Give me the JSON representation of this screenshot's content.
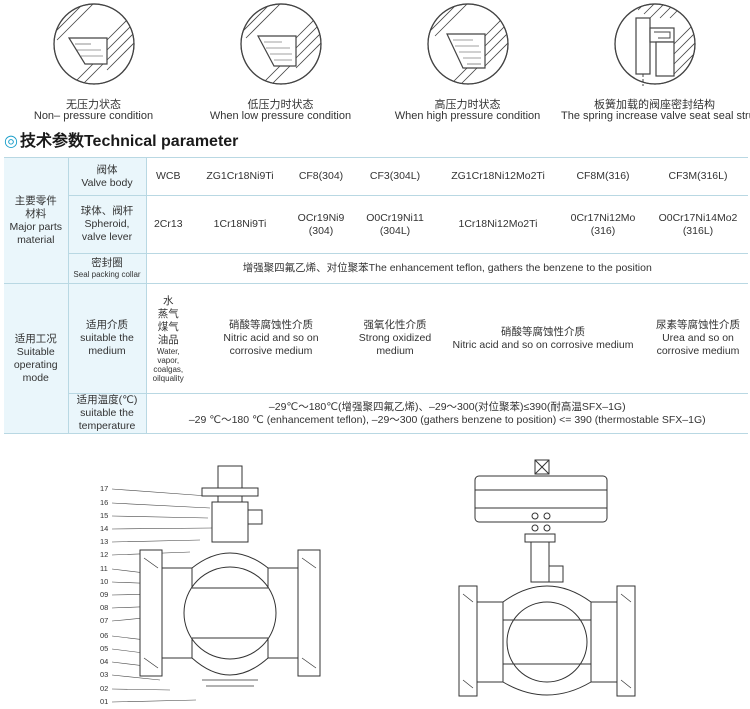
{
  "seal_conditions": [
    {
      "label_cn": "无压力状态",
      "label_en": "Non– pressure condition",
      "icon": "seal-no-pressure-icon"
    },
    {
      "label_cn": "低压力时状态",
      "label_en": "When low pressure condition",
      "icon": "seal-low-pressure-icon"
    },
    {
      "label_cn": "高压力时状态",
      "label_en": "When high pressure condition",
      "icon": "seal-high-pressure-icon"
    },
    {
      "label_cn": "板簧加载的阀座密封结构",
      "label_en": "The spring increase valve seat seal structure",
      "icon": "spring-seal-structure-icon"
    }
  ],
  "section": {
    "mark": "◎",
    "title": "技术参数Technical parameter"
  },
  "table": {
    "major_parts": {
      "cn": "主要零件材料",
      "cn1": "主要零件",
      "cn2": "材料",
      "en1": "Major parts",
      "en2": "material"
    },
    "valve_body": {
      "cn": "阀体",
      "en": "Valve body",
      "values": [
        "WCB",
        "ZG1Cr18Ni9Ti",
        "CF8(304)",
        "CF3(304L)",
        "ZG1Cr18Ni12Mo2Ti",
        "CF8M(316)",
        "CF3M(316L)"
      ]
    },
    "ball_stem": {
      "cn": "球体、阀杆",
      "en1": "Spheroid,",
      "en2": "valve lever",
      "values": [
        "2Cr13",
        "1Cr18Ni9Ti",
        "OCr19Ni9",
        "(304)",
        "O0Cr19Ni11",
        "(304L)",
        "1Cr18Ni12Mo2Ti",
        "0Cr17Ni12Mo",
        "(316)",
        "O0Cr17Ni14Mo2",
        "(316L)"
      ]
    },
    "seal_ring": {
      "cn": "密封圈",
      "en": "Seal packing collar",
      "value": "增强聚四氟乙烯、对位聚苯The enhancement teflon, gathers the benzene to the position"
    },
    "conditions": {
      "cn": "适用工况",
      "en1": "Suitable",
      "en2": "operating",
      "en3": "mode"
    },
    "medium": {
      "cn": "适用介质",
      "en1": "suitable the",
      "en2": "medium",
      "wcb_cn": [
        "水",
        "蒸气",
        "煤气",
        "油品"
      ],
      "wcb_en": [
        "Water,",
        "vapor,",
        "coalgas,",
        "oilquality"
      ],
      "nitric_cn": "硝酸等腐蚀性介质",
      "nitric_en1": "Nitric acid and so on",
      "nitric_en2": "corrosive medium",
      "oxid_cn": "强氧化性介质",
      "oxid_en1": "Strong oxidized",
      "oxid_en2": "medium",
      "nitric2_cn": "硝酸等腐蚀性介质",
      "nitric2_en": "Nitric acid and so on corrosive medium",
      "urea_cn": "尿素等腐蚀性介质",
      "urea_en1": "Urea and so on",
      "urea_en2": "corrosive medium"
    },
    "temperature": {
      "cn": "适用温度(℃)",
      "en1": "suitable the",
      "en2": "temperature",
      "line_cn": "–29℃～180℃(增强聚四氟乙烯)、–29～300(对位聚苯)≤390(耐高温SFX–1G)",
      "line_en": "–29 ℃～180 ℃ (enhancement teflon), –29～300 (gathers benzene to position) <= 390 (thermostable SFX–1G)"
    }
  },
  "part_numbers": [
    "17",
    "16",
    "15",
    "14",
    "13",
    "12",
    "11",
    "10",
    "09",
    "08",
    "07",
    "06",
    "05",
    "04",
    "03",
    "02",
    "01"
  ],
  "colors": {
    "accent": "#2aa4cc",
    "header_bg": "#eaf6fb",
    "border": "#b9d8e3"
  }
}
